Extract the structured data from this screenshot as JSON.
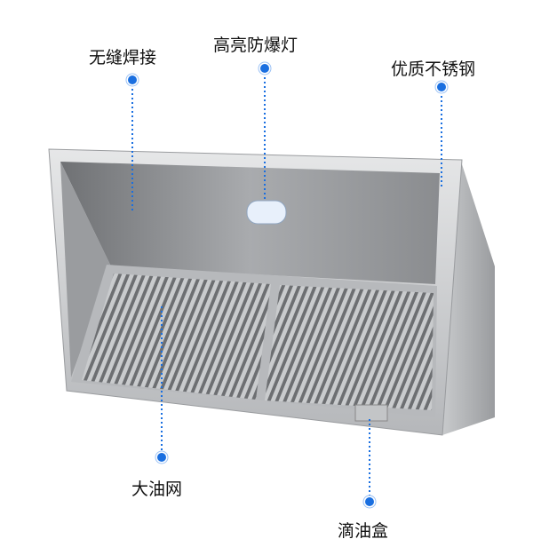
{
  "labels": {
    "seamless_welding": "无缝焊接",
    "explosion_proof_light": "高亮防爆灯",
    "stainless_steel": "优质不锈钢",
    "grease_filter": "大油网",
    "oil_drip_tray": "滴油盒"
  },
  "colors": {
    "accent": "#1a6fe0",
    "steel_light": "#d4d6d8",
    "steel_dark": "#8c8e91"
  }
}
